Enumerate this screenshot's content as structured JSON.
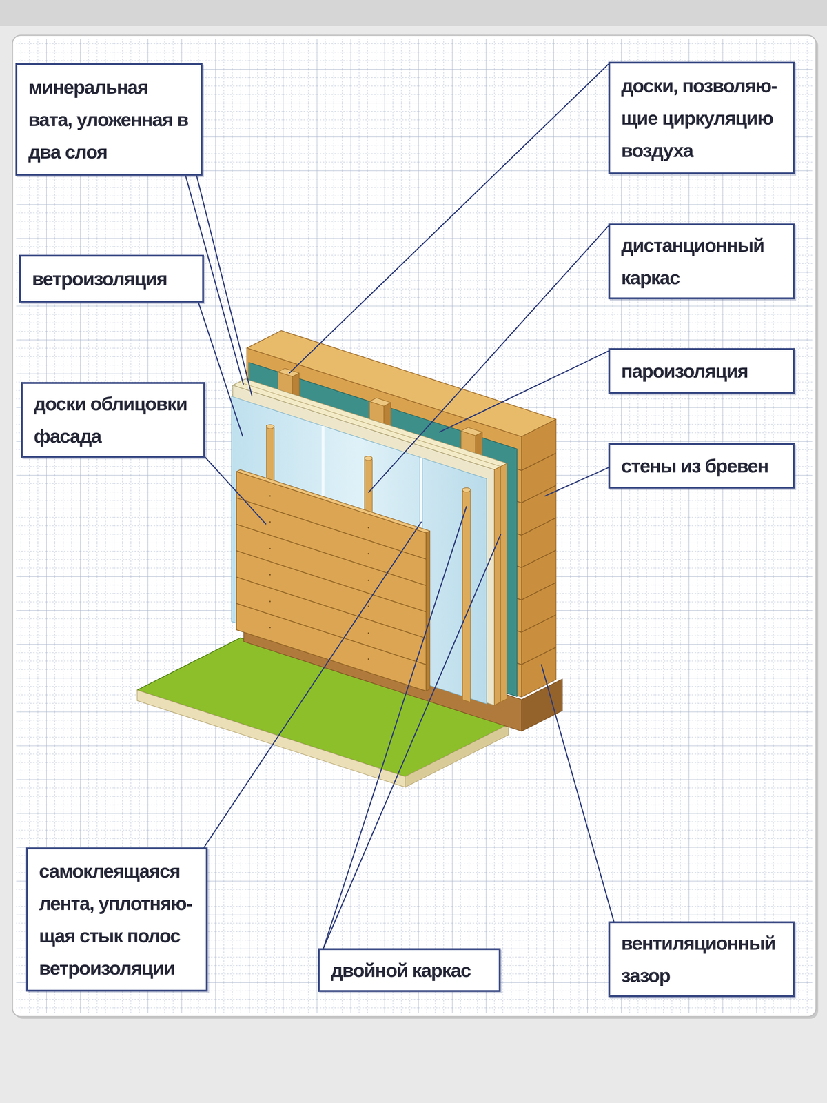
{
  "diagram": {
    "nodes": [
      {
        "text": [
          "минеральная вата, уложенная в два слоя"
        ]
      },
      {
        "text": [
          "доски, позволяю- щие циркуляцию воздуха"
        ]
      },
      {
        "text": [
          "ветроизоляция"
        ]
      },
      {
        "text": [
          "дистанционный каркас"
        ]
      },
      {
        "text": [
          "пароизоляция"
        ]
      },
      {
        "text": [
          "доски облицовки фасада"
        ]
      },
      {
        "text": [
          "стены из бревен"
        ]
      },
      {
        "text": [
          "самоклеящаяся лента, уплотняю- щая стык полос ветроизоляции"
        ]
      },
      {
        "text": [
          "двойной каркас"
        ]
      },
      {
        "text": [
          "вентиляционный зазор"
        ]
      }
    ]
  }
}
